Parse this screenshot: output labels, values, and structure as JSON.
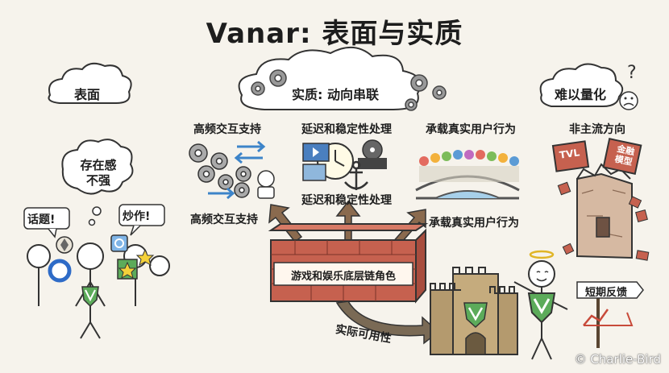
{
  "title": "Vanar: 表面与实质",
  "surface": {
    "cloud_label": "表面",
    "thought_bubble": "存在感\n不强",
    "speech_left": "话题!",
    "speech_right": "炒作!"
  },
  "substance": {
    "cloud_label": "实质: 动向串联",
    "feature1_top": "高频交互支持",
    "feature1_bottom": "高频交互支持",
    "feature2_top": "延迟和稳定性处理",
    "feature2_bottom": "延迟和稳定性处理",
    "feature3_top": "承载真实用户行为",
    "feature3_bottom": "承载真实用户行为",
    "wall_label": "游戏和娱乐底层链角色",
    "arrow_label": "实际可用性"
  },
  "hard_to_quantify": {
    "cloud_label": "难以量化",
    "subtitle": "非主流方向",
    "tower_tag1": "TVL",
    "tower_tag2": "金融\n模型",
    "signpost": "短期反馈"
  },
  "watermark": "© Charlie-Bird",
  "colors": {
    "brick": "#c6614f",
    "castle": "#b49a6e",
    "vanar_green": "#5cab5a",
    "paper": "#f6f3ec"
  }
}
